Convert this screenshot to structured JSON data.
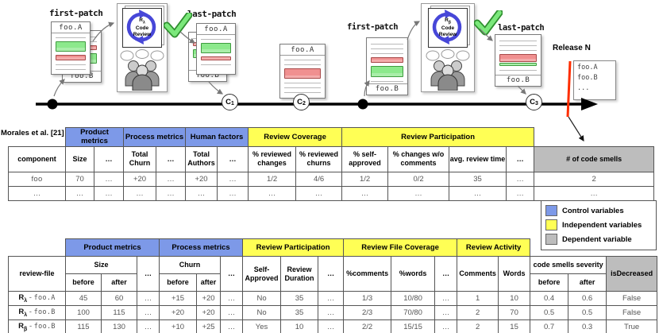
{
  "diagram": {
    "labels": {
      "first_patch": "first-patch",
      "last_patch": "last-patch",
      "release": "Release N",
      "morales": "Morales et al. [21]"
    },
    "docs": {
      "fooA": "foo.A",
      "fooB": "foo.B",
      "more": "..."
    },
    "reviews": {
      "alpha": {
        "letter": "R",
        "sub": "λ",
        "line1": "Code",
        "line2": "Review"
      },
      "beta": {
        "letter": "R",
        "sub": "β",
        "line1": "Code",
        "line2": "Review"
      }
    },
    "commits": [
      {
        "letter": "C",
        "sub": "1"
      },
      {
        "letter": "C",
        "sub": "2"
      },
      {
        "letter": "C",
        "sub": "3"
      }
    ]
  },
  "legend": {
    "items": [
      {
        "label": "Control variables",
        "color": "#7d99e8"
      },
      {
        "label": "Independent variables",
        "color": "#ffff55"
      },
      {
        "label": "Dependent variable",
        "color": "#bdbdbd"
      }
    ]
  },
  "morales_table": {
    "groups": [
      "Product metrics",
      "Process metrics",
      "Human factors",
      "Review Coverage",
      "Review Participation"
    ],
    "headers": [
      "component",
      "Size",
      "…",
      "Total Churn",
      "…",
      "Total Authors",
      "…",
      "% reviewed changes",
      "% reviewed churns",
      "% self-approved",
      "% changes w/o comments",
      "avg. review time",
      "…",
      "# of code smells"
    ],
    "rows": [
      [
        "foo",
        "70",
        "…",
        "+20",
        "…",
        "+20",
        "…",
        "1/2",
        "4/6",
        "1/2",
        "0/2",
        "35",
        "…",
        "2"
      ],
      [
        "…",
        "…",
        "…",
        "…",
        "…",
        "…",
        "…",
        "…",
        "…",
        "…",
        "…",
        "…",
        "…",
        "…"
      ]
    ]
  },
  "review_table": {
    "groups": [
      "Product metrics",
      "Process metrics",
      "Review Participation",
      "Review File Coverage",
      "Review Activity"
    ],
    "row_header": "review-file",
    "headers": {
      "size": "Size",
      "churn": "Churn",
      "dots": "…",
      "before": "before",
      "after": "after",
      "self_approved": "Self-Approved",
      "review_duration": "Review Duration",
      "pct_comments": "%comments",
      "pct_words": "%words",
      "comments": "Comments",
      "words": "Words",
      "severity": "code smells severity",
      "is_decreased": "isDecreased"
    },
    "rows": [
      {
        "review": "R",
        "sub": "λ",
        "sep": "-",
        "file": "foo.A",
        "cells": [
          "45",
          "60",
          "…",
          "+15",
          "+20",
          "…",
          "No",
          "35",
          "…",
          "1/3",
          "10/80",
          "…",
          "1",
          "10",
          "0.4",
          "0.6",
          "False"
        ]
      },
      {
        "review": "R",
        "sub": "λ",
        "sep": "-",
        "file": "foo.B",
        "cells": [
          "100",
          "115",
          "…",
          "+20",
          "+20",
          "…",
          "No",
          "35",
          "…",
          "2/3",
          "70/80",
          "…",
          "2",
          "70",
          "0.5",
          "0.5",
          "False"
        ]
      },
      {
        "review": "R",
        "sub": "β",
        "sep": "-",
        "file": "foo.B",
        "cells": [
          "115",
          "130",
          "…",
          "+10",
          "+25",
          "…",
          "Yes",
          "10",
          "…",
          "2/2",
          "15/15",
          "…",
          "2",
          "15",
          "0.7",
          "0.3",
          "True"
        ]
      }
    ]
  },
  "colors": {
    "control": "#7d99e8",
    "independent": "#ffff55",
    "dependent": "#bdbdbd",
    "release_line": "#fe2e00",
    "added_bar": "#8ce98c",
    "removed_bar": "#f09090"
  }
}
